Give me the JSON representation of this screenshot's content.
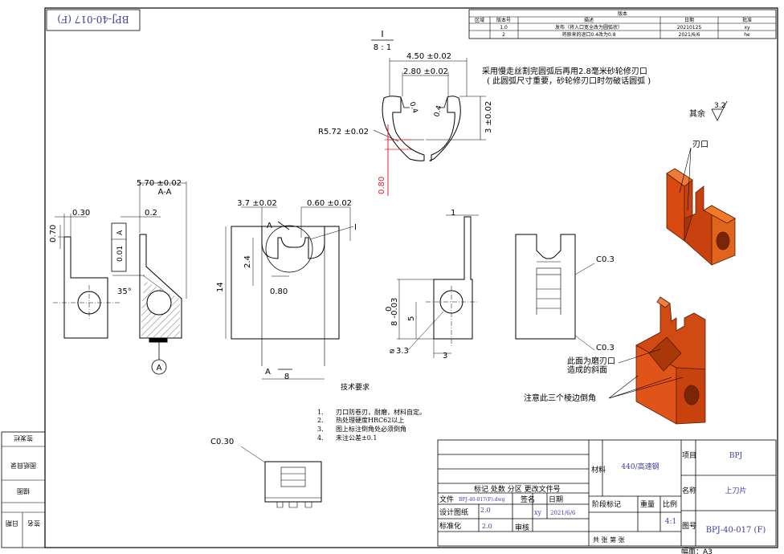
{
  "title_stamp": "BPJ-40-017 (F)",
  "revision_table": {
    "title": "版本",
    "headers": [
      "区域",
      "版本号",
      "描述",
      "日期",
      "批准"
    ],
    "rows": [
      {
        "zone": "",
        "version": "1.0",
        "desc": "发布（将入口宽全改为圆弧状）",
        "date": "20210125",
        "approver": "xy"
      },
      {
        "zone": "",
        "version": "2",
        "desc": "将原来的退口0.4改为0.8",
        "date": "2021/6/6",
        "approver": "he"
      }
    ]
  },
  "scale_label": {
    "top": "I",
    "bottom": "8 : 1"
  },
  "notes_cutting": {
    "line1": "采用慢走丝割完圆弧后再用2.8毫米砂轮修刃口",
    "line2": "( 此圆弧尺寸重要，砂轮修刃口时勿破话圆弧 )"
  },
  "detail_dims": {
    "d1": "4.50 ±0.02",
    "d2": "2.80 ±0.02",
    "d3": "0.4",
    "d4": "0.4",
    "d5": "3 ±0.02",
    "radius": "R5.72 ±0.02",
    "d6": "0.80"
  },
  "roughness": {
    "prefix": "其余",
    "value": "3.2"
  },
  "callouts": {
    "edge": "刃口",
    "bevel_line1": "此面为磨刃口",
    "bevel_line2": "造成的斜面",
    "chamfer": "注意此三个棱边倒角"
  },
  "view_left": {
    "d_top": "5.70 ±0.02",
    "section": "A-A",
    "d_030": "0.30",
    "d_070": "0.70",
    "d_02": "0.2",
    "label_A": "A",
    "d_001": "0.01",
    "angle": "35°",
    "circle_label": "A"
  },
  "view_front": {
    "d1": "3.7 ±0.02",
    "d2": "0.60 ±0.02",
    "d3": "2.4",
    "d4": "14",
    "d5": "0.80",
    "d6": "8",
    "label_A_top": "A",
    "label_A_bottom": "A",
    "label_I": "I"
  },
  "view_side": {
    "d1": "1",
    "d2": "0",
    "d3": "8 -0.03",
    "d4": "5",
    "d5": "3.3",
    "d6": "3"
  },
  "view_right": {
    "c1": "C0.3",
    "c2": "C0.3"
  },
  "view_bottom": {
    "c": "C0.30"
  },
  "tech_req": {
    "title": "技术要求",
    "items": [
      {
        "num": "1.",
        "text": "刃口防卷刃，耐磨，材料自定。"
      },
      {
        "num": "2.",
        "text": "热处理硬度HRC62以上"
      },
      {
        "num": "3.",
        "text": "图上标注倒角处必须倒角"
      },
      {
        "num": "4.",
        "text": "未注公差±0.1"
      }
    ]
  },
  "side_table": {
    "r1": "签发栏",
    "r2": "图纸目录",
    "r3": "描图",
    "r4": "日期",
    "r5": "签名"
  },
  "title_block": {
    "material_label": "材料",
    "material_value": "440/高速钢",
    "project_label": "项目",
    "project_value": "BPJ",
    "name_label": "名称",
    "name_value": "上刀片",
    "drawing_label": "图号",
    "drawing_value": "BPJ-40-017 (F)",
    "header_row": "标记 处数 分区 更改文件号",
    "file_label": "文件",
    "file_value": "BPJ-40-017(F).dwg",
    "sign_label": "签名",
    "date_label": "日期",
    "design_label": "设计图纸",
    "design_value": "2.0",
    "design_sign": "xy",
    "design_date": "2021/6/6",
    "standard_label": "标准化",
    "standard_value": "2.0",
    "review_label": "审核",
    "stage_label": "阶段标记",
    "weight_label": "重量",
    "scale_label": "比例",
    "scale_value": "4:1",
    "sheets_label": "共 张 第 张",
    "format_label": "幅面：A3"
  }
}
